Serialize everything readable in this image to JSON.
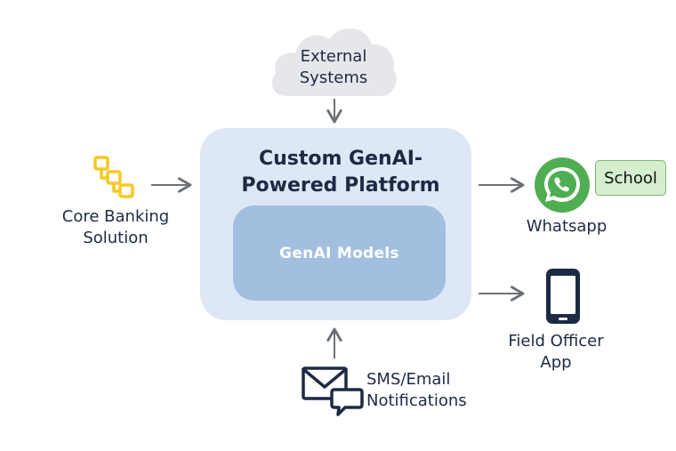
{
  "external": {
    "line1": "External",
    "line2": "Systems"
  },
  "platform": {
    "line1": "Custom GenAI-",
    "line2": "Powered Platform"
  },
  "models": {
    "label": "GenAI Models"
  },
  "core_banking": {
    "line1": "Core Banking",
    "line2": "Solution"
  },
  "whatsapp": {
    "label": "Whatsapp",
    "tag": "School"
  },
  "field_officer": {
    "line1": "Field Officer",
    "line2": "App"
  },
  "notifications": {
    "line1": "SMS/Email",
    "line2": "Notifications"
  },
  "colors": {
    "platform_bg": "#dde7f5",
    "models_bg": "#a3bfe0",
    "cloud": "#e6e7ea",
    "arrow": "#6b7076",
    "core_icon": "#f6c923",
    "whatsapp_green": "#4fae52",
    "dark_icon": "#1d2a44"
  },
  "icons": [
    "cloud-icon",
    "blocks-icon",
    "whatsapp-icon",
    "phone-icon",
    "envelope-icon",
    "chat-bubble-icon"
  ]
}
